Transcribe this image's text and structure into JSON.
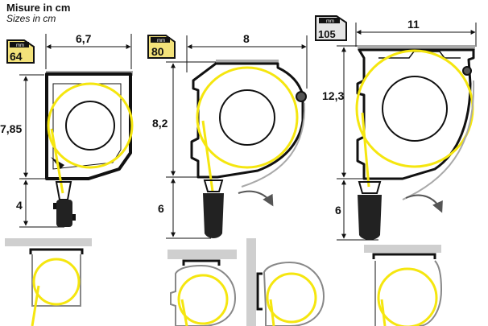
{
  "header": {
    "title": "Misure in cm",
    "subtitle": "Sizes in cm"
  },
  "colors": {
    "yellow": "#f5e60f",
    "badge_yellow": "#f3e27a",
    "outline": "#111111",
    "grey": "#a9a9a9",
    "light_grey": "#cfcfcf"
  },
  "cassettes": [
    {
      "badge_unit": "mm",
      "badge_value": "64",
      "width_label": "6,7",
      "height_label": "7,85",
      "handle_label": "4"
    },
    {
      "badge_unit": "mm",
      "badge_value": "80",
      "width_label": "8",
      "height_label": "8,2",
      "handle_label": "6"
    },
    {
      "badge_unit": "mm",
      "badge_value": "105",
      "width_label": "11",
      "height_label": "12,3",
      "handle_label": "6"
    }
  ]
}
